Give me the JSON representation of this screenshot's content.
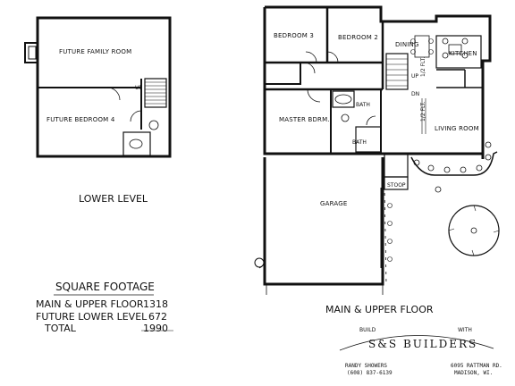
{
  "lower_level": {
    "title": "LOWER LEVEL",
    "rooms": {
      "family_room": "FUTURE FAMILY ROOM",
      "bedroom4": "FUTURE BEDROOM 4",
      "up": "UP"
    }
  },
  "main_floor": {
    "title": "MAIN & UPPER FLOOR",
    "rooms": {
      "bedroom3": "BEDROOM 3",
      "bedroom2": "BEDROOM 2",
      "dining": "DINING",
      "kitchen": "KITCHEN",
      "master": "MASTER BDRM.",
      "bath_upper": "BATH",
      "bath_lower": "BATH",
      "living": "LIVING ROOM",
      "garage": "GARAGE",
      "stoop": "STOOP",
      "half_flt_1": "1/2 FLT.",
      "half_flt_2": "1/2 FLT.",
      "up": "UP",
      "dn": "DN"
    }
  },
  "square_footage": {
    "title": "SQUARE FOOTAGE",
    "rows": [
      {
        "label": "MAIN & UPPER FLOOR",
        "value": "1318"
      },
      {
        "label": "FUTURE LOWER LEVEL",
        "value": "672"
      },
      {
        "label": "TOTAL",
        "value": "1990"
      }
    ]
  },
  "builder": {
    "build": "BUILD",
    "with": "WITH",
    "name": "S&S BUILDERS",
    "contact_name": "RANDY SHOWERS",
    "contact_phone": "(608) 837-6139",
    "address_line1": "6095 RATTMAN RD.",
    "address_line2": "MADISON, WI."
  }
}
